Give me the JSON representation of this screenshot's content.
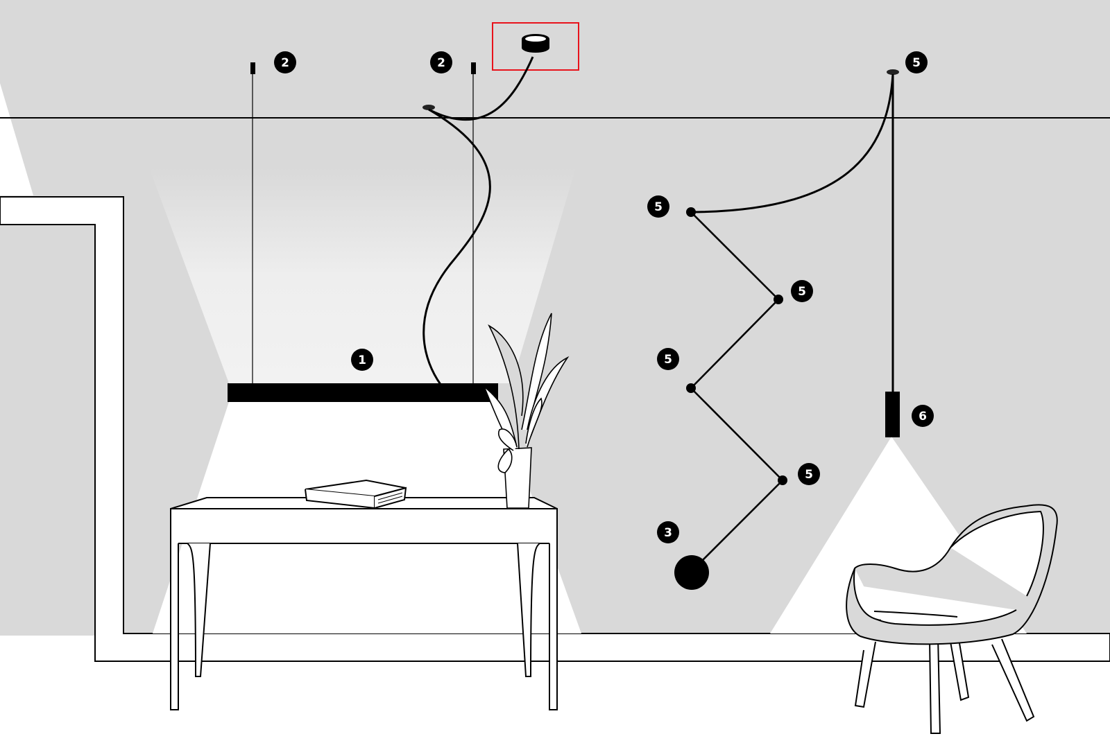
{
  "callouts": {
    "linear_pendant": "1",
    "suspension_left": "2",
    "suspension_right": "2",
    "wall_light": "3",
    "anchor_ceiling": "5",
    "anchor_1": "5",
    "anchor_2": "5",
    "anchor_3": "5",
    "anchor_4": "5",
    "spot_pendant": "6"
  },
  "colors": {
    "wall": "#d9d9d9",
    "light_beam": "#ffffff",
    "line": "#000000",
    "highlight_frame": "#e8121b",
    "badge": "#000000"
  },
  "icons": [
    "ceiling-canopy-icon",
    "suspension-clamp-icon",
    "plant-icon",
    "book-icon",
    "chair-icon"
  ]
}
